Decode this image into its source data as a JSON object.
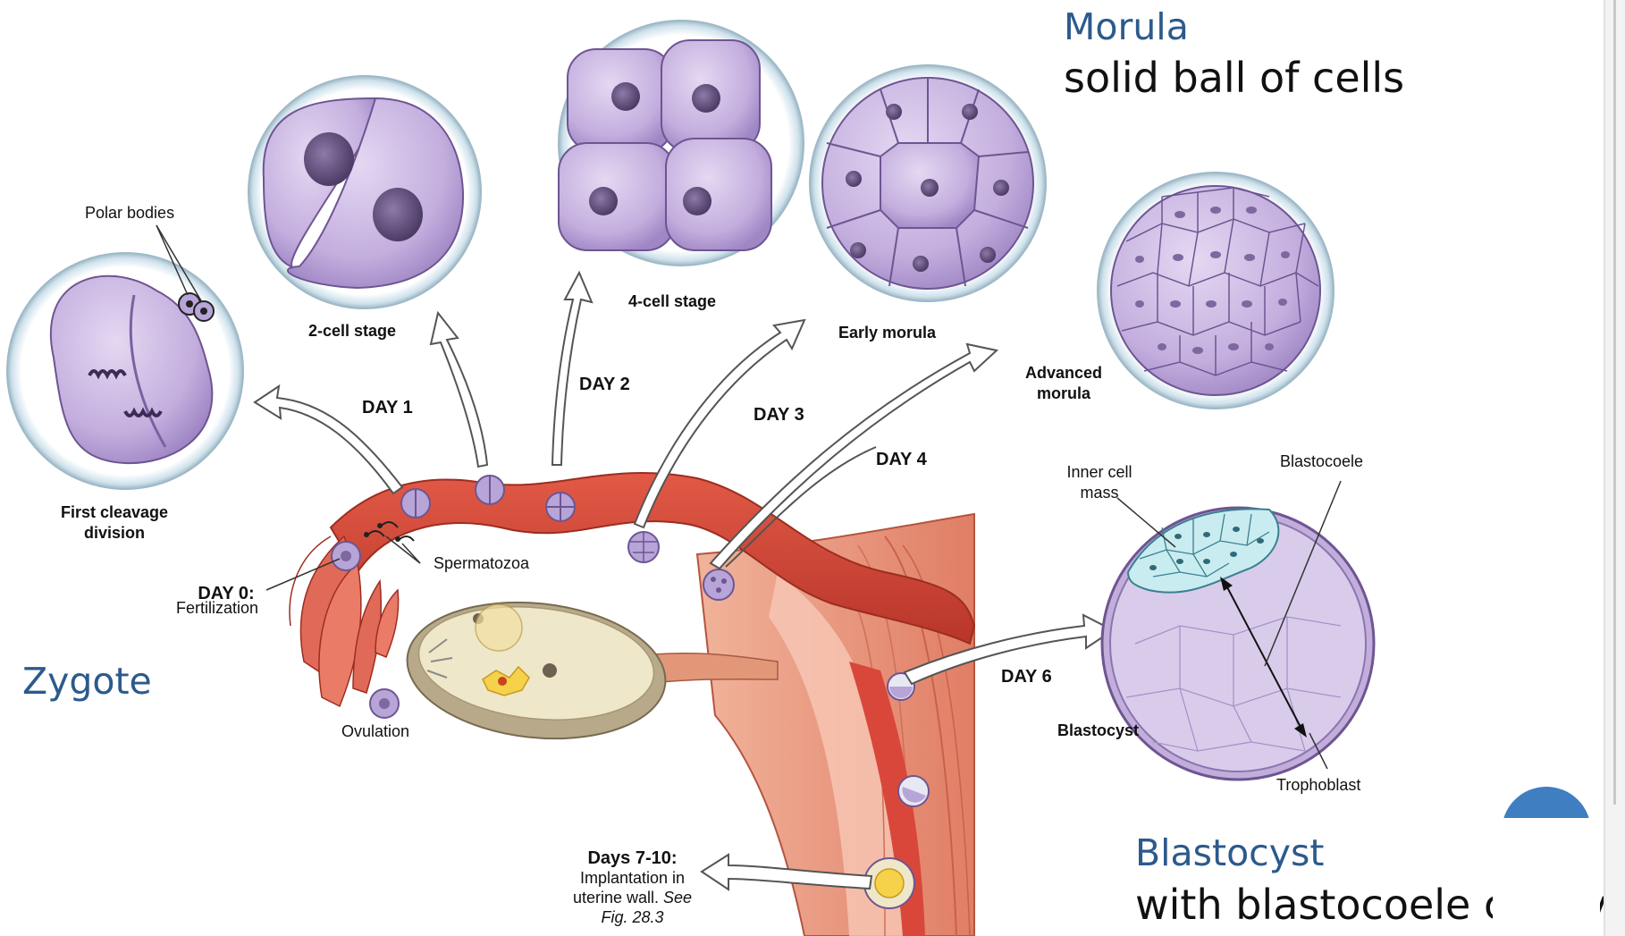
{
  "headings": {
    "morula_title": "Morula",
    "morula_desc": "solid ball of cells",
    "zygote_title": "Zygote",
    "blastocyst_title": "Blastocyst",
    "blastocyst_desc": "with blastocoele cavity"
  },
  "labels": {
    "polar_bodies": "Polar bodies",
    "first_cleavage": "First cleavage",
    "first_cleavage_2": "division",
    "two_cell": "2-cell stage",
    "four_cell": "4-cell stage",
    "early_morula": "Early morula",
    "advanced_morula": "Advanced",
    "advanced_morula_2": "morula",
    "day0": "DAY 0:",
    "fertilization": "Fertilization",
    "spermatozoa": "Spermatozoa",
    "ovulation": "Ovulation",
    "day1": "DAY 1",
    "day2": "DAY 2",
    "day3": "DAY 3",
    "day4": "DAY 4",
    "day6": "DAY 6",
    "inner_cell": "Inner cell",
    "inner_cell_2": "mass",
    "blastocoele": "Blastocoele",
    "blastocyst_lbl": "Blastocyst",
    "trophoblast": "Trophoblast",
    "days_7_10": "Days 7-10:",
    "implantation_1": "Implantation in",
    "implantation_2": "uterine wall.",
    "implantation_see": "See",
    "implantation_fig": "Fig. 28.3"
  },
  "colors": {
    "cell_fill": "#c7b3e0",
    "cell_edge": "#6e5592",
    "nucleus": "#5d4a78",
    "membrane": "#d6e8f0",
    "tube": "#d9473a",
    "tube_light": "#ef8f78",
    "uterus": "#e8957f",
    "heading_blue": "#2c5a8c",
    "inner_mass": "#c9ecf0"
  }
}
